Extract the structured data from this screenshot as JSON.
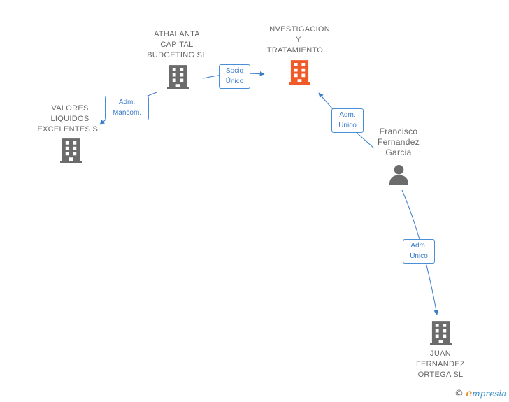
{
  "colors": {
    "company": "#6b6b6b",
    "company_highlight": "#f05a28",
    "person": "#6b6b6b",
    "edge": "#3a7cc8",
    "edge_label_border": "#4a8fd6"
  },
  "nodes": [
    {
      "id": "athalanta",
      "label": "ATHALANTA\nCAPITAL\nBUDGETING SL",
      "icon": "building-icon"
    },
    {
      "id": "investigacion",
      "label": "INVESTIGACION\nY\nTRATAMIENTO...",
      "icon": "building-icon"
    },
    {
      "id": "valores",
      "label": "VALORES\nLIQUIDOS\nEXCELENTES SL",
      "icon": "building-icon"
    },
    {
      "id": "francisco",
      "label": "Francisco\nFernandez\nGarcia",
      "icon": "person-icon"
    },
    {
      "id": "juan",
      "label": "JUAN\nFERNANDEZ\nORTEGA SL",
      "icon": "building-icon"
    }
  ],
  "edges": [
    {
      "id": "athalanta-investigacion",
      "label": "Socio\nÚnico"
    },
    {
      "id": "athalanta-valores",
      "label": "Adm.\nMancom."
    },
    {
      "id": "francisco-investigacion",
      "label": "Adm.\nUnico"
    },
    {
      "id": "francisco-juan",
      "label": "Adm.\nUnico"
    }
  ],
  "footer": {
    "copyright": "©",
    "brand_e": "e",
    "brand_rest": "mpresia"
  }
}
